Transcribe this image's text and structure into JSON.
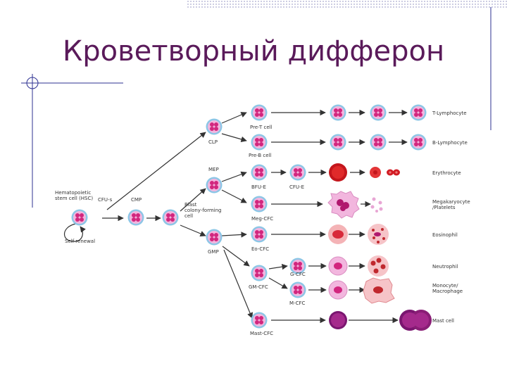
{
  "title": "Кроветворный дифферон",
  "colors": {
    "title": "#5a1a5a",
    "membrane": "#8cc6e6",
    "cytoplasm": "#f2b6de",
    "nucleus": "#d2267e",
    "rbc": "#d11c24",
    "arrow": "#333333"
  },
  "labels": {
    "hsc": "Hematopoietic stem cell (HSC)",
    "self_renewal": "Self-renewal",
    "cfus": "CFU-s",
    "cmp": "CMP",
    "blast": "Blast colony-forming cell",
    "clp": "CLP",
    "pre_t": "Pre-T cell",
    "pre_b": "Pre-B cell",
    "mep": "MEP",
    "bfue": "BFU-E",
    "cfue": "CFU-E",
    "meg": "Meg-CFC",
    "gmp": "GMP",
    "eo": "Eo-CFC",
    "gmcfc": "GM-CFC",
    "gcfc": "G-CFC",
    "mcfc": "M-CFC",
    "mast": "Mast-CFC",
    "t_lymph": "T-Lymphocyte",
    "b_lymph": "B-Lymphocyte",
    "erythro": "Erythrocyte",
    "mega": "Megakaryocyte /Platelets",
    "eosin": "Eosinophil",
    "neutro": "Neutrophil",
    "mono": "Monocyte/ Macrophage",
    "mastcell": "Mast cell"
  }
}
